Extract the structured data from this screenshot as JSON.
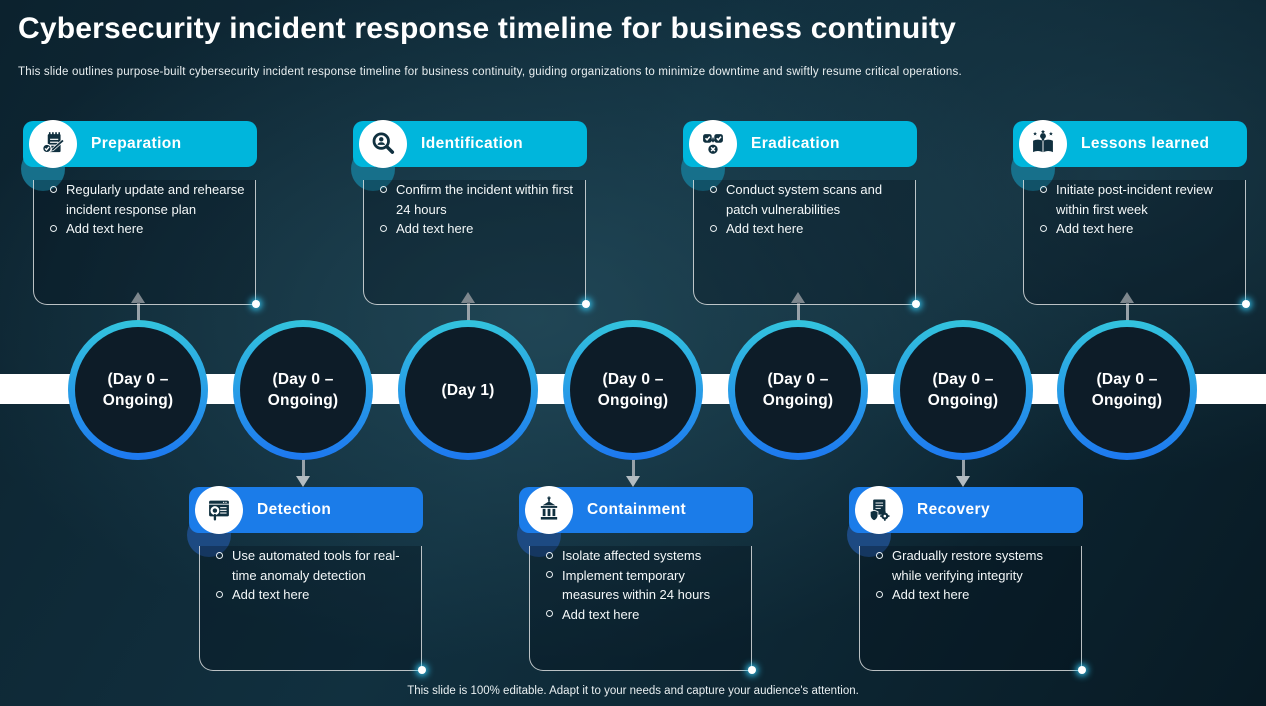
{
  "slide": {
    "title": "Cybersecurity incident response timeline for business continuity",
    "subtitle": "This slide outlines purpose-built cybersecurity incident response timeline for business continuity, guiding organizations to minimize downtime and swiftly resume critical operations.",
    "footer": "This slide is 100% editable. Adapt it to your needs and capture your audience's attention."
  },
  "colors": {
    "accent_cyan": "#00b6dc",
    "accent_cyan_dark": "#17708b",
    "accent_blue": "#1b7ce9",
    "accent_blue_dark": "#1d4a82",
    "ring_top": "#33c4dd",
    "ring_bottom": "#1d78f0",
    "band": "#ffffff",
    "connector_gray": "#98a2a9",
    "circle_fill": "#0d1c28",
    "background": "#102b38"
  },
  "stages_top": [
    {
      "title": "Preparation",
      "icon": "preparation-checklist-pencil-icon",
      "bullets": [
        "Regularly update and rehearse incident response plan",
        "Add text here"
      ]
    },
    {
      "title": "Identification",
      "icon": "identification-magnifier-person-icon",
      "bullets": [
        "Confirm the incident within first 24 hours",
        "Add text here"
      ]
    },
    {
      "title": "Eradication",
      "icon": "eradication-checks-cross-icon",
      "bullets": [
        "Conduct system scans and patch vulnerabilities",
        "Add text here"
      ]
    },
    {
      "title": "Lessons learned",
      "icon": "lessons-book-bulb-stars-icon",
      "bullets": [
        "Initiate post-incident review within first week",
        "Add text here"
      ]
    }
  ],
  "stages_bottom": [
    {
      "title": "Detection",
      "icon": "detection-window-magnifier-icon",
      "bullets": [
        "Use automated tools for real-time anomaly detection",
        "Add text here"
      ]
    },
    {
      "title": "Containment",
      "icon": "containment-building-icon",
      "bullets": [
        "Isolate affected systems",
        "Implement temporary measures within 24 hours",
        "Add text here"
      ]
    },
    {
      "title": "Recovery",
      "icon": "recovery-document-shield-gear-icon",
      "bullets": [
        "Gradually restore systems while verifying integrity",
        "Add text here"
      ]
    }
  ],
  "timeline": {
    "nodes": [
      {
        "label": "(Day 0 –\nOngoing)"
      },
      {
        "label": "(Day 0 –\nOngoing)"
      },
      {
        "label": "(Day 1)"
      },
      {
        "label": "(Day 0 –\nOngoing)"
      },
      {
        "label": "(Day 0 –\nOngoing)"
      },
      {
        "label": "(Day 0 –\nOngoing)"
      },
      {
        "label": "(Day 0 –\nOngoing)"
      }
    ]
  }
}
